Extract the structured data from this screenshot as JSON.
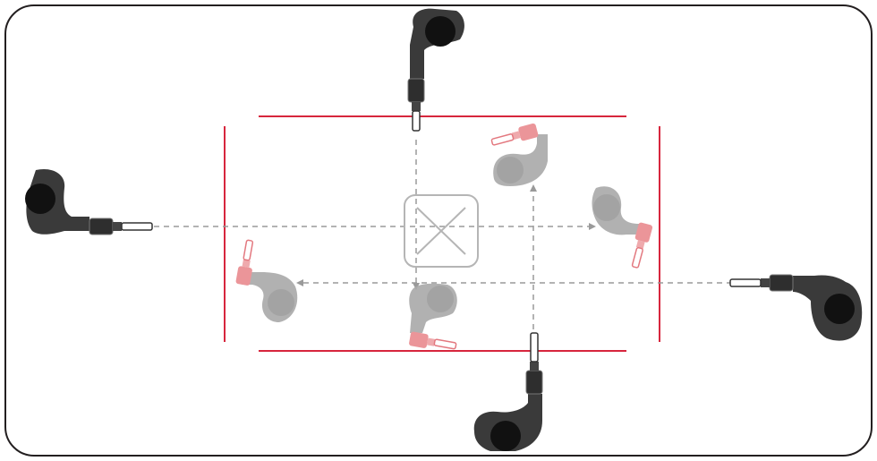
{
  "diagram": {
    "colors": {
      "frame": "#231f20",
      "boundary": "#d7263d",
      "path": "#9a9a9a",
      "operator": "#2e2e2e",
      "operator_shadow": "#6e6e6e",
      "ghost": "#a9a9a9",
      "tool": "#3a3a3a",
      "tool_ghost": "#e98a8f"
    },
    "icons": {
      "center": "no-entry-x-icon"
    },
    "operators": [
      {
        "id": "top",
        "icon": "person-with-tool-icon"
      },
      {
        "id": "left",
        "icon": "person-with-tool-icon"
      },
      {
        "id": "right",
        "icon": "person-with-tool-icon"
      },
      {
        "id": "bottom",
        "icon": "person-with-tool-icon"
      }
    ],
    "ghost_operators": [
      {
        "id": "ghost-top-right",
        "icon": "person-with-tool-icon"
      },
      {
        "id": "ghost-right",
        "icon": "person-with-tool-icon"
      },
      {
        "id": "ghost-left",
        "icon": "person-with-tool-icon"
      },
      {
        "id": "ghost-center",
        "icon": "person-with-tool-icon"
      }
    ]
  }
}
